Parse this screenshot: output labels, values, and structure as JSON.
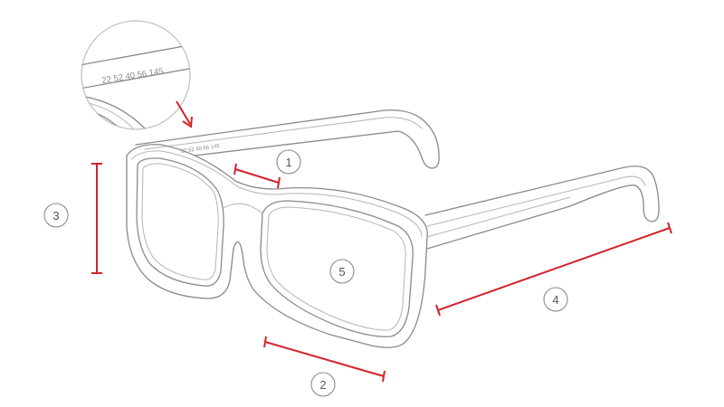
{
  "engraving": {
    "magnified_text": "22 52 40 56 145",
    "temple_text": "22 52 40 56 145"
  },
  "callouts": [
    {
      "id": "1",
      "label": "1"
    },
    {
      "id": "2",
      "label": "2"
    },
    {
      "id": "3",
      "label": "3"
    },
    {
      "id": "4",
      "label": "4"
    },
    {
      "id": "5",
      "label": "5"
    }
  ],
  "colors": {
    "measure_line": "#d2232a",
    "frame_stroke": "#8a8a8a",
    "callout_stroke": "#8c8c8c",
    "background": "#ffffff"
  }
}
